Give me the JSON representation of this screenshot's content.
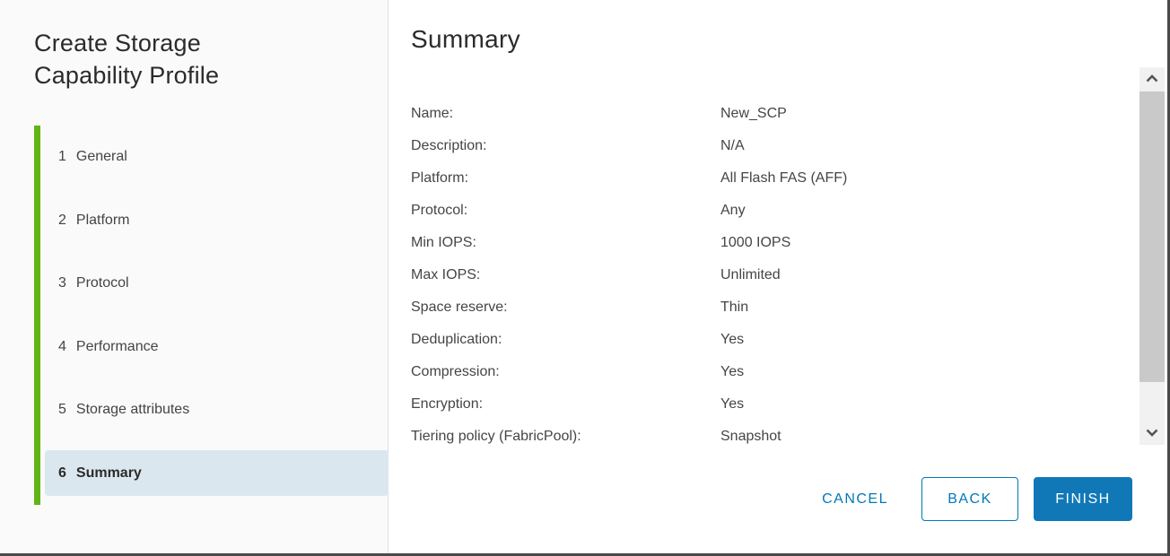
{
  "window": {
    "title": "Create Storage Capability Profile"
  },
  "steps": [
    {
      "number": "1",
      "label": "General",
      "active": false
    },
    {
      "number": "2",
      "label": "Platform",
      "active": false
    },
    {
      "number": "3",
      "label": "Protocol",
      "active": false
    },
    {
      "number": "4",
      "label": "Performance",
      "active": false
    },
    {
      "number": "5",
      "label": "Storage attributes",
      "active": false
    },
    {
      "number": "6",
      "label": "Summary",
      "active": true
    }
  ],
  "summary": {
    "heading": "Summary",
    "rows": [
      {
        "label": "Name:",
        "value": "New_SCP"
      },
      {
        "label": "Description:",
        "value": "N/A"
      },
      {
        "label": "Platform:",
        "value": "All Flash FAS (AFF)"
      },
      {
        "label": "Protocol:",
        "value": "Any"
      },
      {
        "label": "Min IOPS:",
        "value": "1000 IOPS"
      },
      {
        "label": "Max IOPS:",
        "value": "Unlimited"
      },
      {
        "label": "Space reserve:",
        "value": "Thin"
      },
      {
        "label": "Deduplication:",
        "value": "Yes"
      },
      {
        "label": "Compression:",
        "value": "Yes"
      },
      {
        "label": "Encryption:",
        "value": "Yes"
      },
      {
        "label": "Tiering policy (FabricPool):",
        "value": "Snapshot"
      }
    ]
  },
  "footer": {
    "cancel_label": "CANCEL",
    "back_label": "BACK",
    "finish_label": "FINISH"
  },
  "icons": {
    "scroll_up": "chevron-up-icon",
    "scroll_down": "chevron-down-icon"
  },
  "colors": {
    "accent_green": "#60b515",
    "primary_blue": "#0079b8",
    "finish_button_fill": "#1178b8",
    "active_step_background": "#dbe7ee",
    "sidebar_background": "#fafafa"
  }
}
